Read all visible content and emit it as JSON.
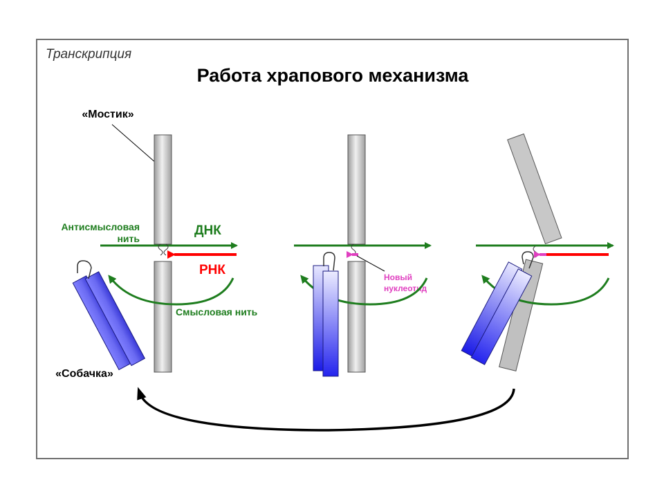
{
  "header": {
    "section": "Транскрипция",
    "title": "Работа храпового механизма"
  },
  "labels": {
    "bridge": "«Мостик»",
    "antisense": [
      "Антисмысловая",
      "нить"
    ],
    "dna": "ДНК",
    "rna": "РНК",
    "sense": "Смысловая нить",
    "new_nucleotide": [
      "Новый",
      "нуклеотид"
    ],
    "pawl": "«Собачка»"
  },
  "colors": {
    "frame": "#6f6f6f",
    "dna_strand": "#1e7d1e",
    "rna_strand": "#ff0000",
    "new_nucleotide": "#e040c0",
    "label_green": "#1e7d1e",
    "label_red": "#ff0000",
    "label_magenta": "#e040c0",
    "bridge_gray": "#c0c0c0",
    "pawl_blue": "#2020e0",
    "cycle_arrow": "#000000"
  },
  "icons": {
    "stage_transition": "curved-return-arrow"
  }
}
